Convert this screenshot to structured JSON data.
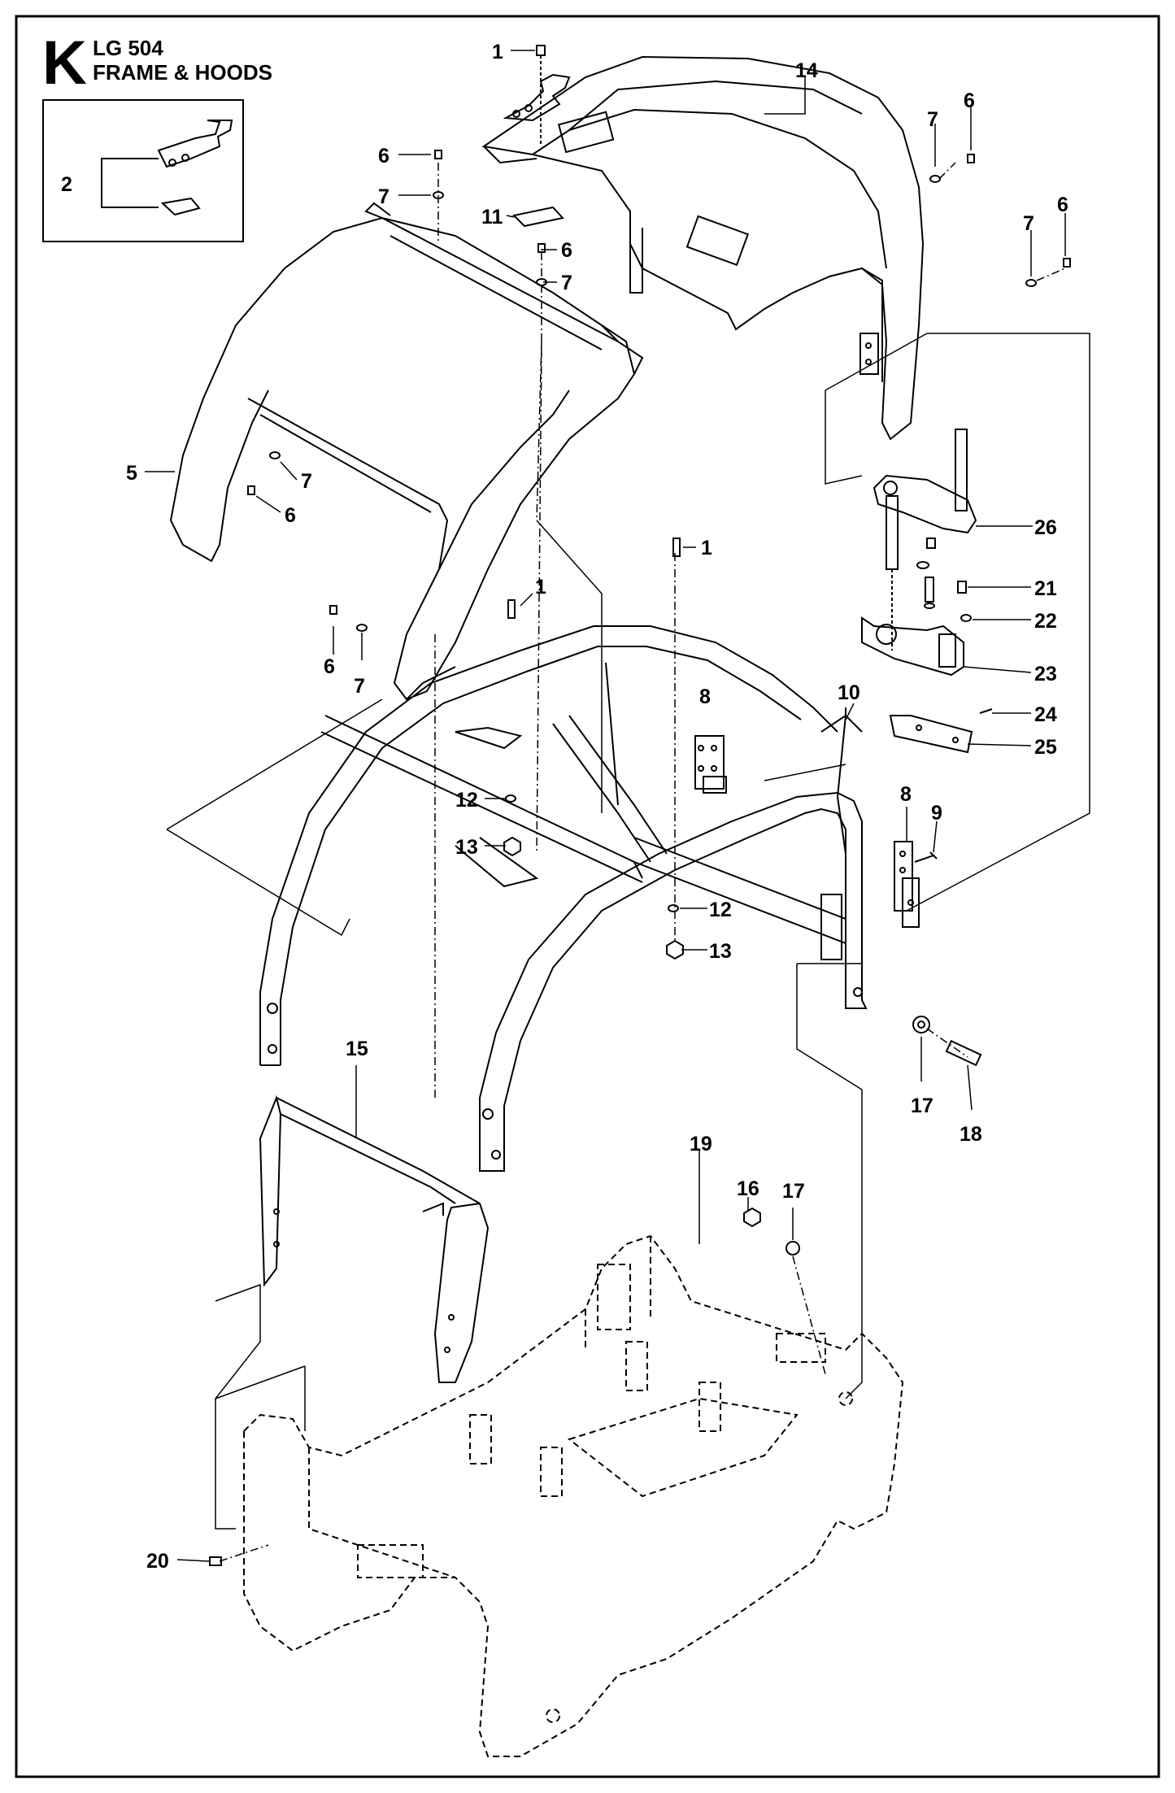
{
  "header": {
    "section_letter": "K",
    "model": "LG 504",
    "title": "FRAME & HOODS"
  },
  "part_refs": [
    "1",
    "2",
    "5",
    "6",
    "7",
    "8",
    "9",
    "10",
    "11",
    "12",
    "13",
    "14",
    "15",
    "16",
    "17",
    "18",
    "19",
    "20",
    "21",
    "22",
    "23",
    "24",
    "25",
    "26"
  ],
  "colors": {
    "line": "#000000",
    "background": "#ffffff"
  }
}
